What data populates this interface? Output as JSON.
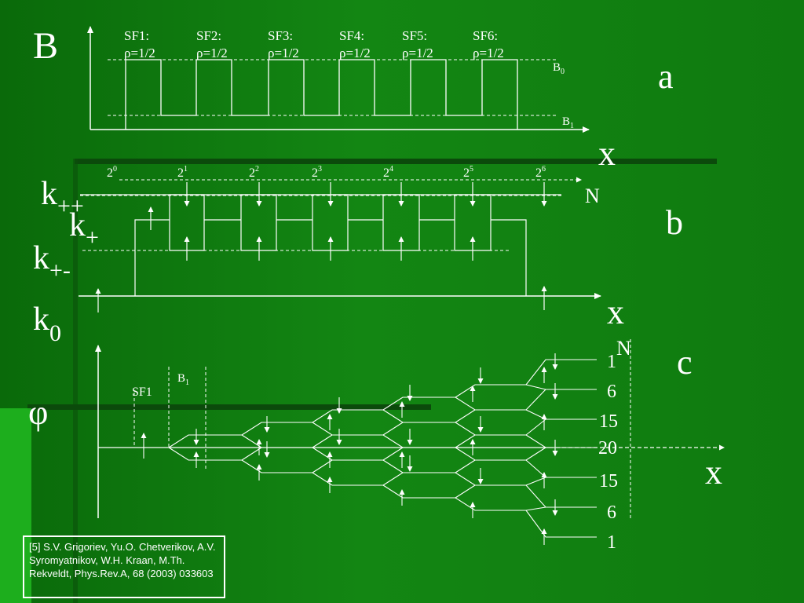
{
  "panel_a": {
    "axis_y": "B",
    "axis_x": "x",
    "panel_letter": "a",
    "flipper_labels": [
      {
        "name": "SF1:",
        "rho": "ρ=1/2"
      },
      {
        "name": "SF2:",
        "rho": "ρ=1/2"
      },
      {
        "name": "SF3:",
        "rho": "ρ=1/2"
      },
      {
        "name": "SF4:",
        "rho": "ρ=1/2"
      },
      {
        "name": "SF5:",
        "rho": "ρ=1/2"
      },
      {
        "name": "SF6:",
        "rho": "ρ=1/2"
      }
    ],
    "level_high": {
      "base": "B",
      "sub": "0"
    },
    "level_low": {
      "base": "B",
      "sub": "1"
    }
  },
  "panel_b": {
    "k_labels": [
      {
        "base": "k",
        "sub": "++"
      },
      {
        "base": "k",
        "sub": "+"
      },
      {
        "base": "k",
        "sub": "+-"
      },
      {
        "base": "k",
        "sub": "0"
      }
    ],
    "powers": [
      {
        "base": "2",
        "exp": "0"
      },
      {
        "base": "2",
        "exp": "1"
      },
      {
        "base": "2",
        "exp": "2"
      },
      {
        "base": "2",
        "exp": "3"
      },
      {
        "base": "2",
        "exp": "4"
      },
      {
        "base": "2",
        "exp": "5"
      },
      {
        "base": "2",
        "exp": "6"
      }
    ],
    "n_label": "N",
    "axis_x": "x",
    "panel_letter": "b"
  },
  "panel_c": {
    "axis_y": "φ",
    "axis_x": "x",
    "panel_letter": "c",
    "flipper_label": "SF1",
    "field_label": {
      "base": "B",
      "sub": "1"
    },
    "n_label": "N",
    "counts": [
      "1",
      "6",
      "15",
      "20",
      "15",
      "6",
      "1"
    ]
  },
  "reference": "[5] S.V. Grigoriev, Yu.O. Chetverikov, A.V. Syromyatnikov, W.H. Kraan, M.Th. Rekveldt, Phys.Rev.A, 68 (2003) 033603",
  "colors": {
    "background": "#138613",
    "ink": "#ffffff",
    "dark_band": "#0b3f0b",
    "bright_band": "#22c022"
  }
}
